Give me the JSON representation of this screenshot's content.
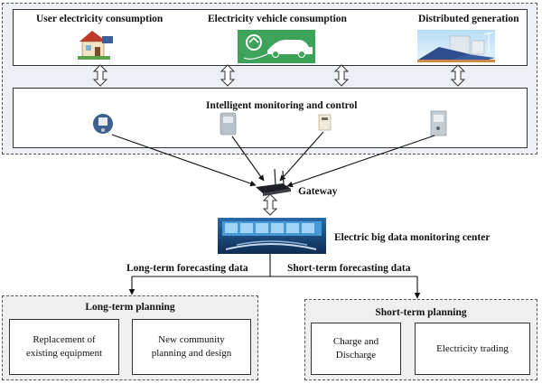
{
  "sources": {
    "user": "User electricity consumption",
    "ev": "Electricity vehicle consumption",
    "dg": "Distributed generation"
  },
  "monitoring": {
    "title": "Intelligent monitoring and control"
  },
  "gateway": {
    "label": "Gateway"
  },
  "center": {
    "label": "Electric big data monitoring center"
  },
  "forecasting": {
    "long_label": "Long-term forecasting data",
    "short_label": "Short-term forecasting data"
  },
  "long_term": {
    "title": "Long-term planning",
    "item1": "Replacement of existing equipment",
    "item2": "New community planning and design"
  },
  "short_term": {
    "title": "Short-term planning",
    "item1": "Charge and Discharge",
    "item2": "Electricity trading"
  },
  "icons": [
    "house-icon",
    "ev-charging-icon",
    "solar-plant-icon",
    "camera-sensor-icon",
    "meter-icon",
    "sensor-icon",
    "controller-icon",
    "router-icon",
    "control-room-image"
  ]
}
